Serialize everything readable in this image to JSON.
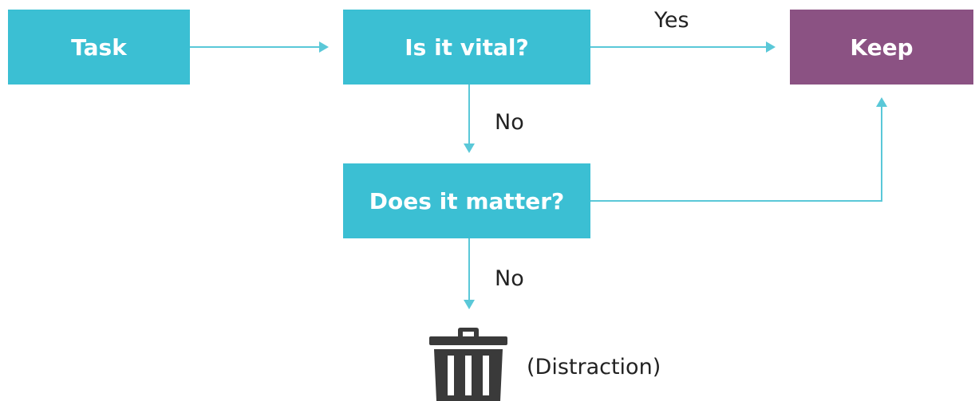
{
  "colors": {
    "primary_node": "#3bbfd3",
    "keep_node": "#8b5283",
    "connector": "#5ac8d8",
    "trash_icon": "#3a3a3a",
    "label_text": "#222222"
  },
  "nodes": {
    "task": {
      "label": "Task"
    },
    "vital": {
      "label": "Is it vital?"
    },
    "keep": {
      "label": "Keep"
    },
    "matter": {
      "label": "Does it matter?"
    }
  },
  "edges": {
    "yes_label": "Yes",
    "no_label_1": "No",
    "no_label_2": "No"
  },
  "outcome": {
    "icon": "trash-can-icon",
    "label": "(Distraction)"
  }
}
